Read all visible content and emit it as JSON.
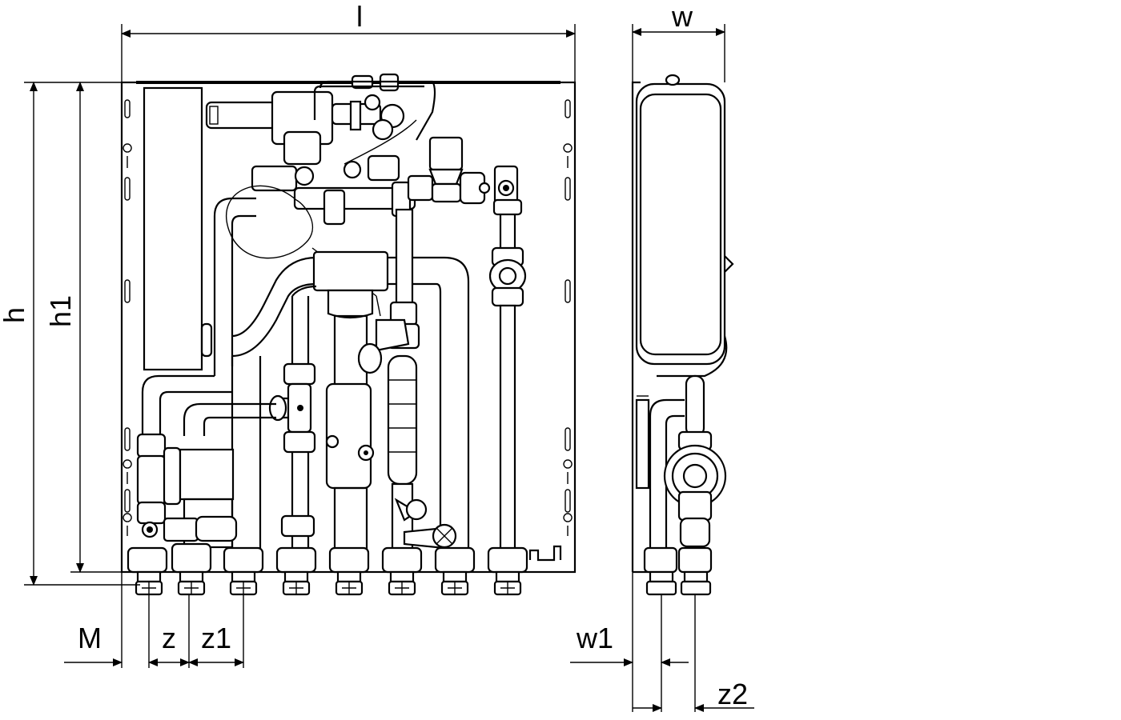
{
  "dimensions": {
    "l": "l",
    "w": "w",
    "h": "h",
    "h1": "h1",
    "M": "M",
    "z": "z",
    "z1": "z1",
    "w1": "w1",
    "z2": "z2"
  },
  "colors": {
    "line": "#000000",
    "background": "#ffffff"
  }
}
